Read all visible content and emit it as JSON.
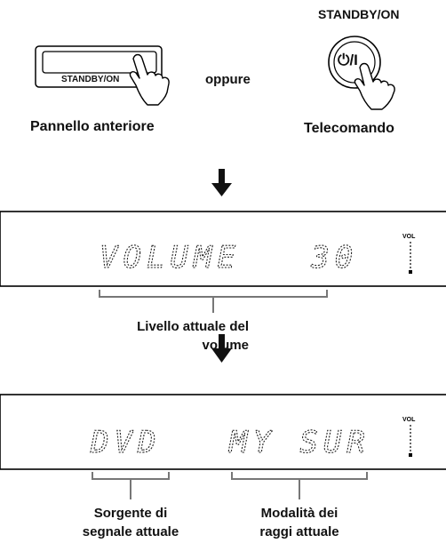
{
  "top": {
    "remote_button_title": "STANDBY/ON",
    "front_button_label": "STANDBY/ON",
    "or_text": "oppure",
    "remote_symbol": "⏻/I",
    "front_caption": "Pannello anteriore",
    "remote_caption": "Telecomando"
  },
  "display1": {
    "text": "VOLUME   30",
    "vol_label": "VOL",
    "caption_line1": "Livello attuale del",
    "caption_line2": "volume"
  },
  "display2": {
    "text_left": "DVD",
    "text_right": "MY SUR",
    "vol_label": "VOL",
    "caption_left_line1": "Sorgente di",
    "caption_left_line2": "segnale attuale",
    "caption_right_line1": "Modalità dei",
    "caption_right_line2": "raggi attuale"
  },
  "icons": [
    "hand-pointer-icon",
    "power-icon",
    "arrow-down-icon"
  ]
}
